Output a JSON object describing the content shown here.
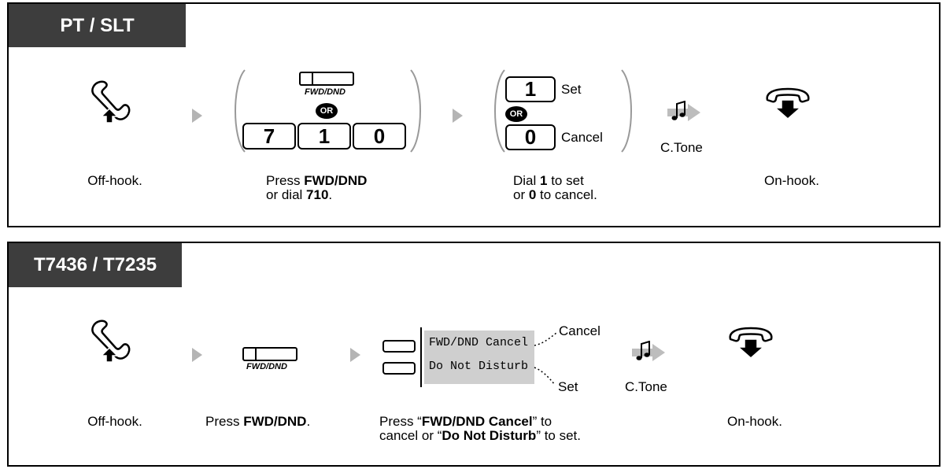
{
  "panels": [
    {
      "tab_label": "PT / SLT",
      "steps": {
        "offhook": {
          "caption": "Off-hook."
        },
        "press": {
          "key_label": "FWD/DND",
          "or_label": "OR",
          "digits": [
            "7",
            "1",
            "0"
          ],
          "caption_pre": "Press ",
          "caption_bold": "FWD/DND",
          "caption_line2_pre": "or dial ",
          "caption_line2_bold": "710",
          "caption_line2_post": "."
        },
        "dial": {
          "key1": "1",
          "key1_label": "Set",
          "or_label": "OR",
          "key0": "0",
          "key0_label": "Cancel",
          "caption_pre": "Dial ",
          "caption_bold1": "1",
          "caption_mid": " to set",
          "caption_line2_pre": "or ",
          "caption_bold2": "0",
          "caption_line2_post": " to cancel."
        },
        "tone": {
          "label": "C.Tone"
        },
        "onhook": {
          "caption": "On-hook."
        }
      }
    },
    {
      "tab_label": "T7436 / T7235",
      "steps": {
        "offhook": {
          "caption": "Off-hook."
        },
        "press": {
          "key_label": "FWD/DND",
          "caption_pre": "Press ",
          "caption_bold": "FWD/DND",
          "caption_post": "."
        },
        "display": {
          "line1": "FWD/DND Cancel",
          "line2": "Do Not Disturb",
          "callout1": "Cancel",
          "callout2": "Set",
          "caption_pre": "Press “",
          "caption_bold1": "FWD/DND Cancel",
          "caption_mid": "” to",
          "caption_line2_pre": "cancel or “",
          "caption_bold2": "Do Not Disturb",
          "caption_line2_post": "” to set."
        },
        "tone": {
          "label": "C.Tone"
        },
        "onhook": {
          "caption": "On-hook."
        }
      }
    }
  ]
}
